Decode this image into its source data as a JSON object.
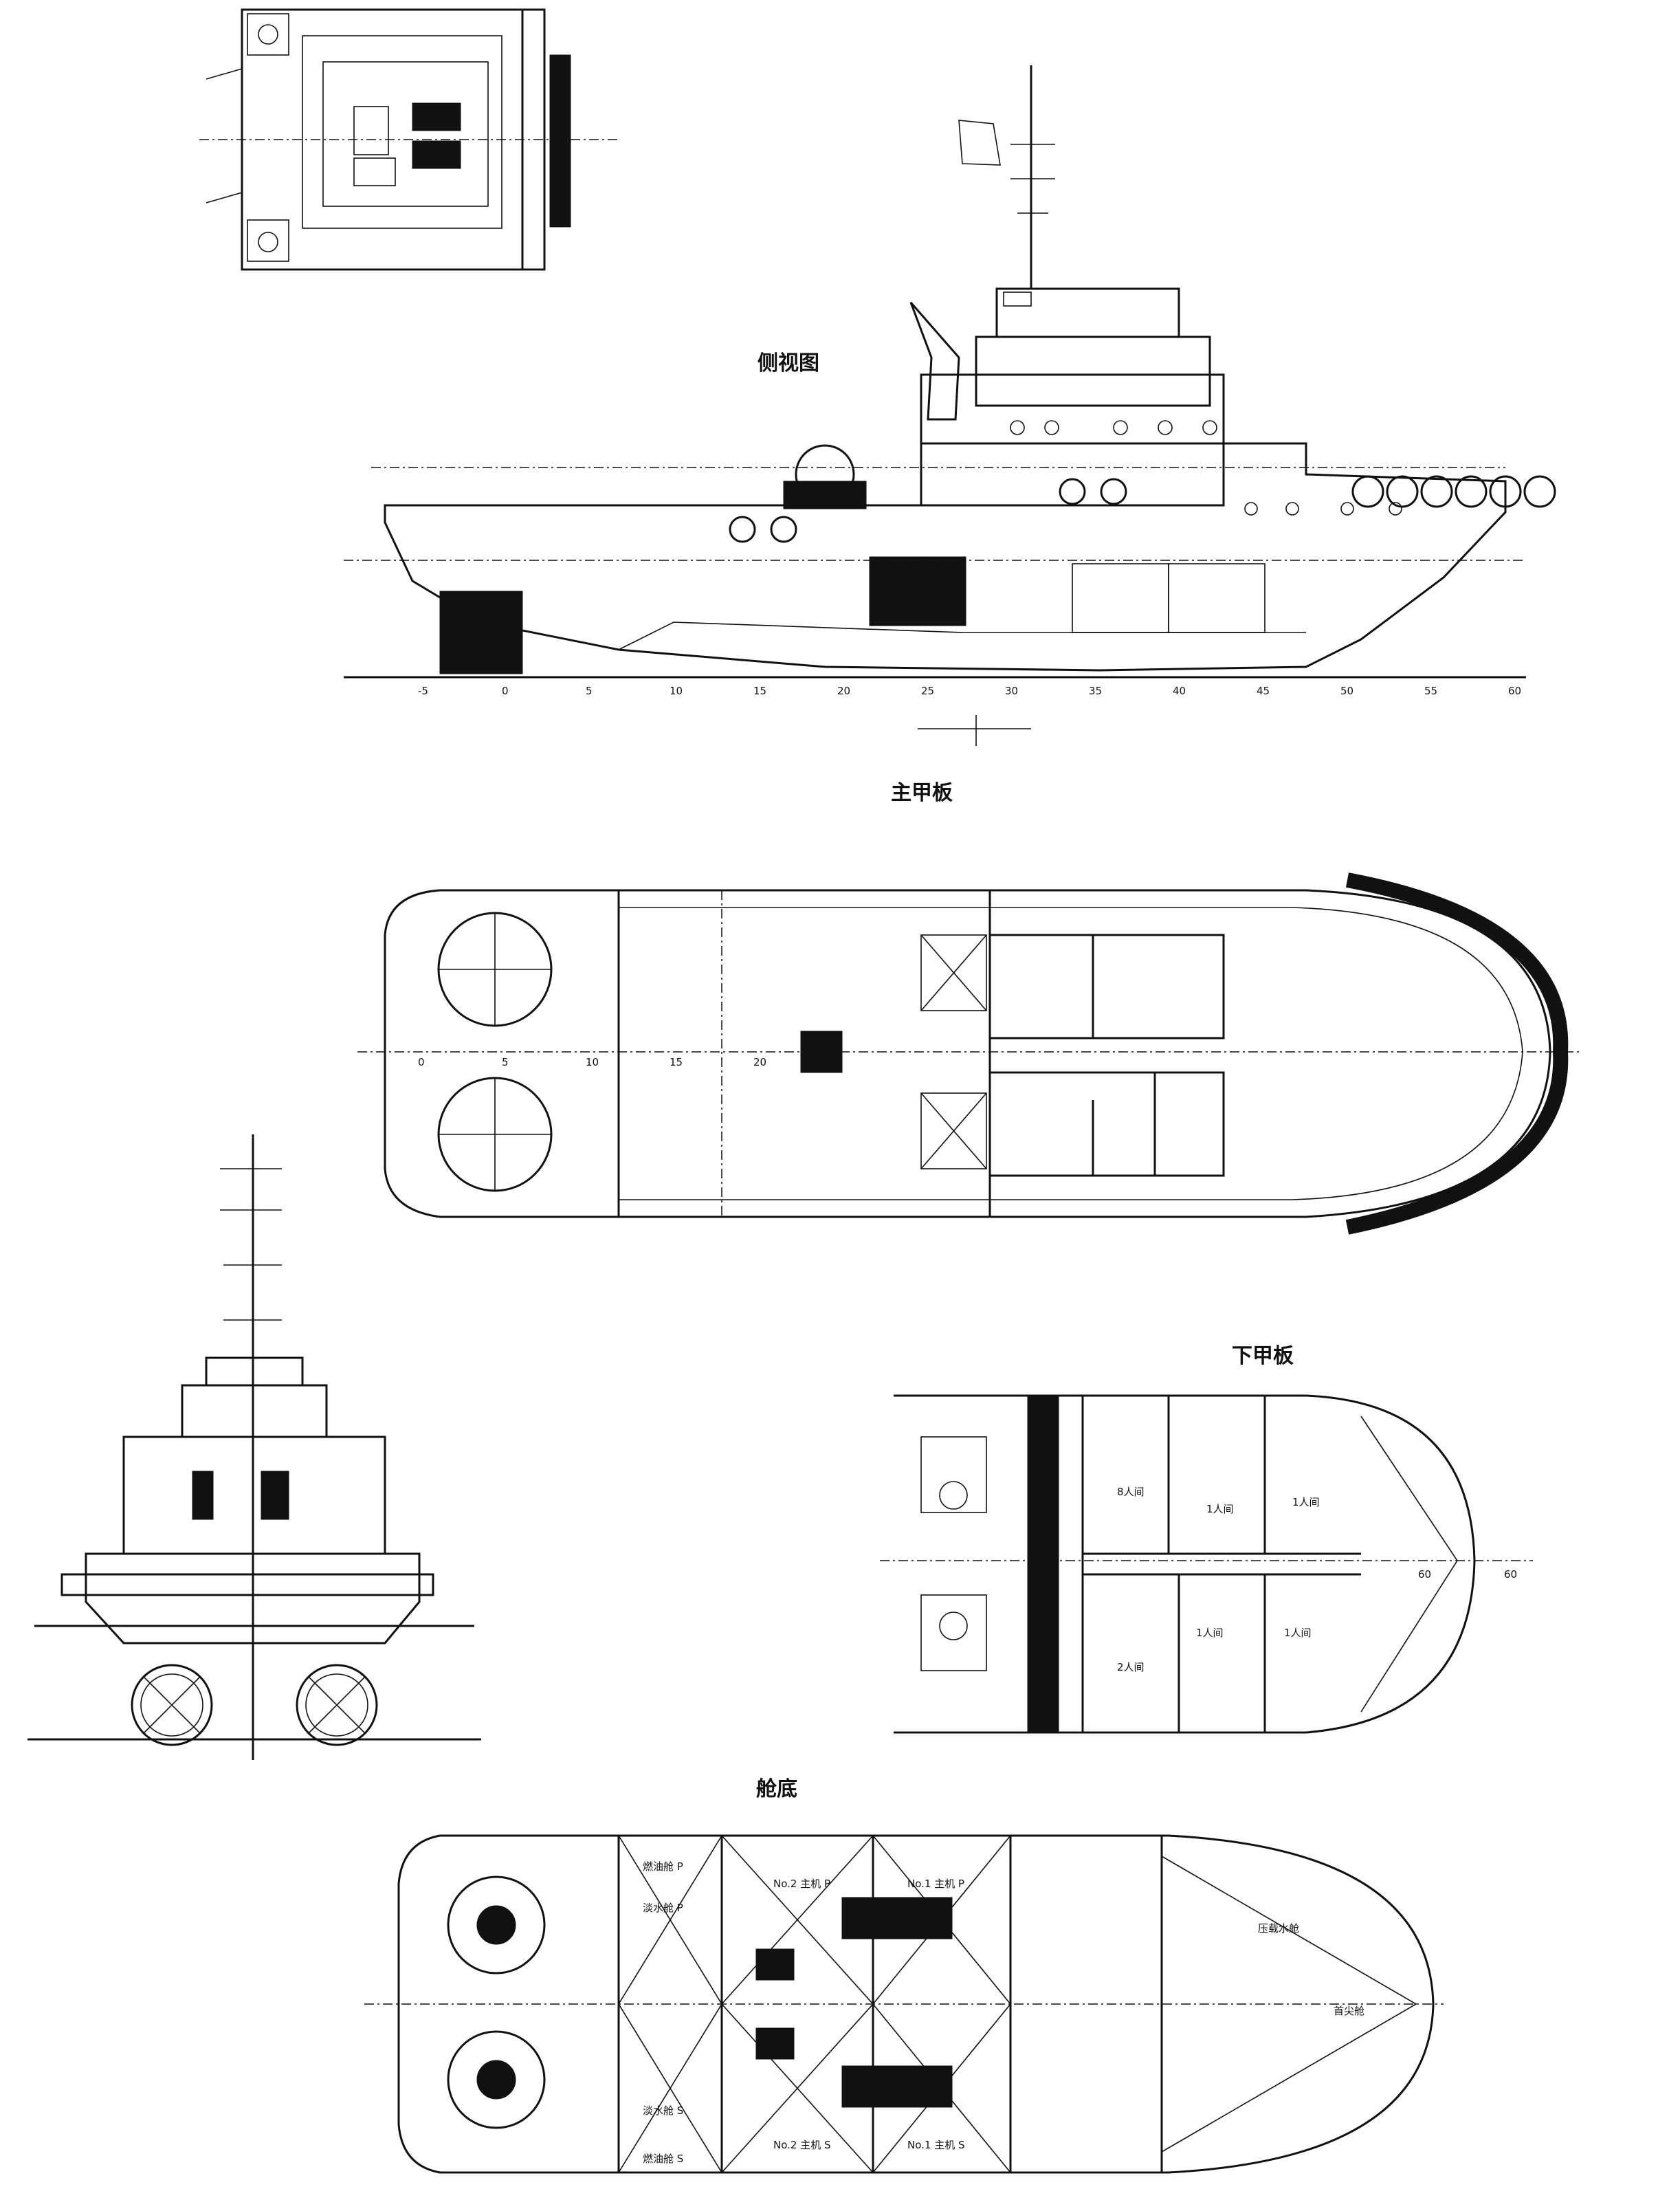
{
  "titles": {
    "profile": "侧视图",
    "main_deck": "主甲板",
    "lower_deck": "下甲板",
    "hold": "舱底"
  },
  "frame_scale_profile": [
    "-5",
    "0",
    "5",
    "10",
    "15",
    "20",
    "25",
    "30",
    "35",
    "40",
    "45",
    "50",
    "55",
    "60"
  ],
  "frame_scale_main_deck": [
    "0",
    "5",
    "10",
    "15",
    "20"
  ],
  "lower_deck_labels": {
    "rooms": [
      "8人间",
      "1人间",
      "1人间",
      "2人间",
      "1人间",
      "1人间"
    ],
    "frame_marks": [
      "60",
      "60"
    ]
  },
  "hold_labels": {
    "engine_rooms": [
      "No.2 主机 P",
      "No.1 主机 P",
      "No.2 主机 S",
      "No.1 主机 S"
    ],
    "tanks": [
      "燃油舱 P",
      "燃油舱 S",
      "淡水舱 P",
      "淡水舱 S"
    ],
    "fore": [
      "压载水舱",
      "首尖舱"
    ]
  },
  "colors": {
    "ink": "#111111",
    "paper": "#ffffff"
  }
}
